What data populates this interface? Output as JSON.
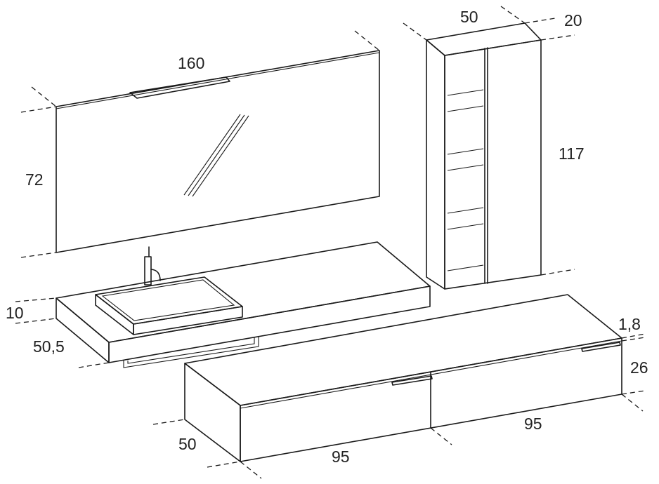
{
  "colors": {
    "line": "#1a1a1a",
    "text": "#222222",
    "background": "#ffffff"
  },
  "dimensions": {
    "mirror_width": "160",
    "mirror_height": "72",
    "column_width": "50",
    "column_depth": "20",
    "column_height": "117",
    "top_thickness": "10",
    "top_depth": "50,5",
    "base_top_thickness": "1,8",
    "base_height": "26",
    "base_depth": "50",
    "drawer_width_front": "95",
    "drawer_width_right": "95"
  }
}
